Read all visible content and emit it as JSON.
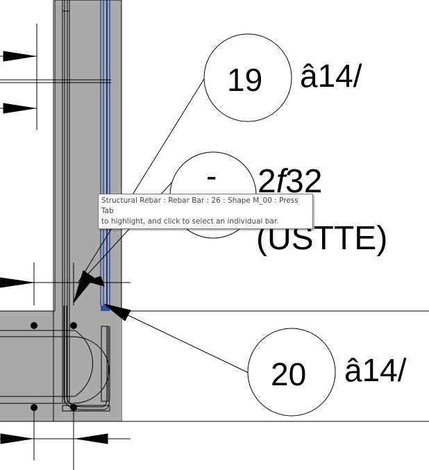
{
  "annotations": {
    "tag_top": {
      "number": "19",
      "label": "â14/"
    },
    "tag_middle": {
      "number": "-",
      "label_line1_prefix": "2",
      "label_line1_italic": "f",
      "label_line1_suffix": "32",
      "label_line2": "(USTTE)"
    },
    "tag_bottom": {
      "number": "20",
      "label": "â14/"
    }
  },
  "tooltip": {
    "line1": "Structural Rebar : Rebar Bar : 26 : Shape M_00 : Press Tab",
    "line2": "to highlight, and click to select an individual bar."
  },
  "colors": {
    "concrete": "#aaaaaa",
    "selected_rebar": "#2b4fa8",
    "line": "#000000"
  }
}
